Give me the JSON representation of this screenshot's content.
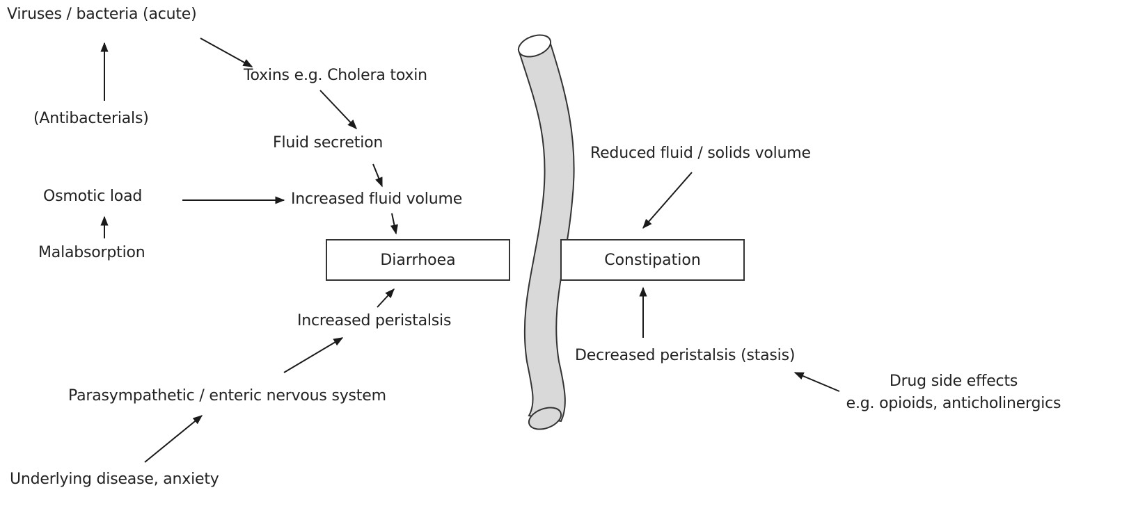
{
  "labels": {
    "viruses": "Viruses / bacteria (acute)",
    "toxins": "Toxins e.g. Cholera toxin",
    "antibacterials": "(Antibacterials)",
    "fluid_secretion": "Fluid secretion",
    "osmotic_load": "Osmotic load",
    "increased_fluid_volume": "Increased fluid volume",
    "malabsorption": "Malabsorption",
    "increased_peristalsis": "Increased peristalsis",
    "parasympathetic": "Parasympathetic / enteric nervous system",
    "underlying_disease": "Underlying disease, anxiety",
    "reduced_fluid": "Reduced fluid / solids volume",
    "decreased_peristalsis": "Decreased peristalsis (stasis)",
    "drug_side_effects_line1": "Drug side effects",
    "drug_side_effects_line2": "e.g. opioids, anticholinergics"
  },
  "boxes": {
    "diarrhoea": "Diarrhoea",
    "constipation": "Constipation"
  },
  "colors": {
    "ink": "#222222",
    "arrow": "#1a1a1a",
    "intestine_fill": "#d9d9d9",
    "intestine_stroke": "#333333"
  }
}
